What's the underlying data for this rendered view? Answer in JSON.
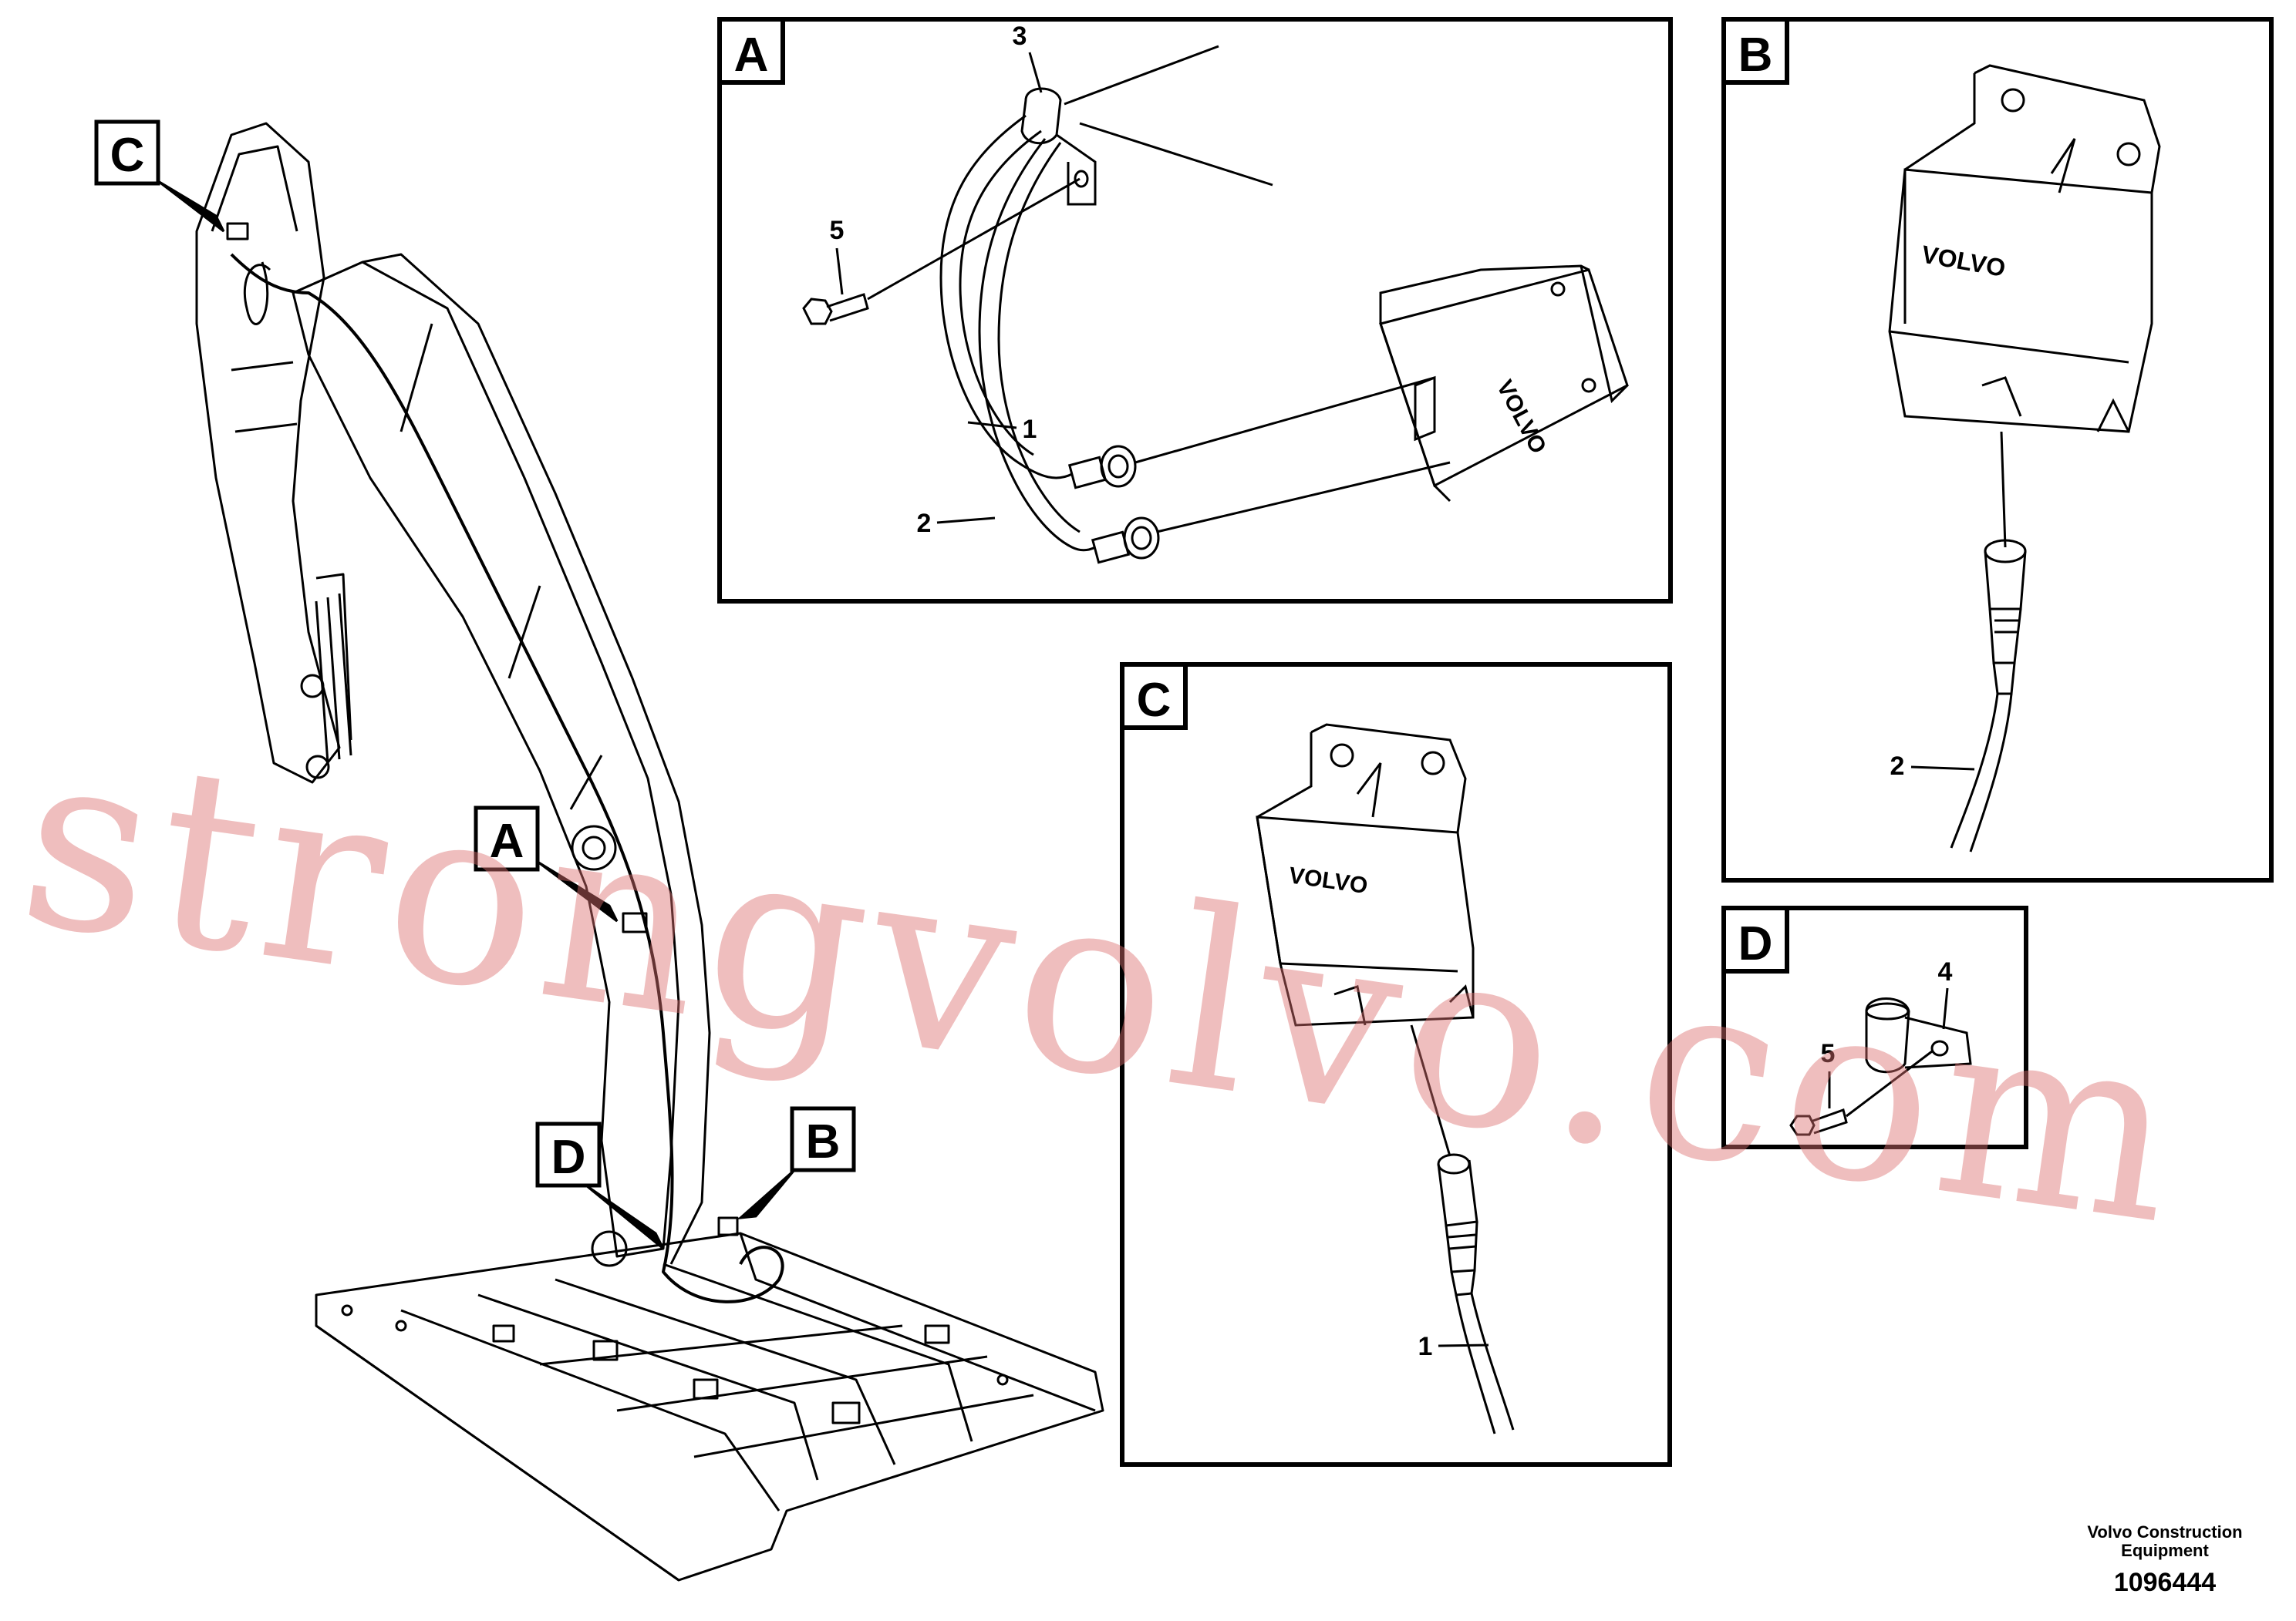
{
  "views": {
    "A": {
      "label": "A",
      "callouts": [
        "3",
        "5",
        "1",
        "2"
      ]
    },
    "B": {
      "label": "B",
      "callouts": [
        "2"
      ]
    },
    "C": {
      "label": "C",
      "callouts": [
        "1"
      ]
    },
    "D": {
      "label": "D",
      "callouts": [
        "4",
        "5"
      ]
    }
  },
  "overview_labels": [
    "C",
    "A",
    "D",
    "B"
  ],
  "brand_text": "VOLVO",
  "footer": {
    "company": "Volvo Construction\nEquipment",
    "company_line1": "Volvo Construction",
    "company_line2": "Equipment",
    "doc_number": "1096444"
  },
  "watermark": "strongvolvo.com",
  "colors": {
    "line": "#000000",
    "watermark": "#dc6e6e"
  }
}
